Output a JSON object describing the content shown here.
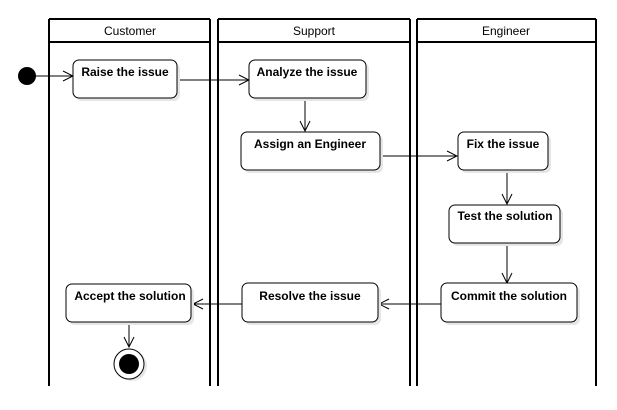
{
  "lanes": [
    {
      "id": "customer",
      "title": "Customer"
    },
    {
      "id": "support",
      "title": "Support"
    },
    {
      "id": "engineer",
      "title": "Engineer"
    }
  ],
  "nodes": [
    {
      "id": "raise",
      "label": "Raise the issue",
      "lane": "customer"
    },
    {
      "id": "analyze",
      "label": "Analyze the issue",
      "lane": "support"
    },
    {
      "id": "assign",
      "label": "Assign an Engineer",
      "lane": "support"
    },
    {
      "id": "fix",
      "label": "Fix the issue",
      "lane": "engineer"
    },
    {
      "id": "test",
      "label": "Test the solution",
      "lane": "engineer"
    },
    {
      "id": "commit",
      "label": "Commit the solution",
      "lane": "engineer"
    },
    {
      "id": "resolve",
      "label": "Resolve the issue",
      "lane": "support"
    },
    {
      "id": "accept",
      "label": "Accept the solution",
      "lane": "customer"
    }
  ],
  "edges": [
    {
      "from": "start",
      "to": "raise"
    },
    {
      "from": "raise",
      "to": "analyze"
    },
    {
      "from": "analyze",
      "to": "assign"
    },
    {
      "from": "assign",
      "to": "fix"
    },
    {
      "from": "fix",
      "to": "test"
    },
    {
      "from": "test",
      "to": "commit"
    },
    {
      "from": "commit",
      "to": "resolve"
    },
    {
      "from": "resolve",
      "to": "accept"
    },
    {
      "from": "accept",
      "to": "end"
    }
  ],
  "colors": {
    "line": "#000000",
    "node_fill": "#ffffff",
    "shadow": "#e6e6e6"
  }
}
